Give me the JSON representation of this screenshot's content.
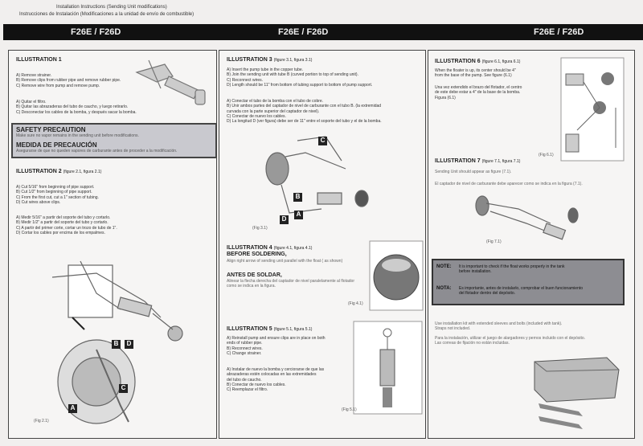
{
  "header": {
    "line1": "Installation Instructions (Sending Unit modifications)",
    "line2": "Instrucciones de Instalación (Modificaciones a la unidad de envío de combustible)",
    "model": "F26E / F26D"
  },
  "ill1": {
    "title": "ILLUSTRATION 1",
    "en": [
      "A) Remove strainer.",
      "B) Remove clips from rubber pipe and remove rubber pipe.",
      "C) Remove wire from pump and remove pump."
    ],
    "es": [
      "A) Quitar el filtro.",
      "B) Quitar las abrazaderas del tubo de caucho, y luego retirarlo.",
      "C) Desconectar los cables de la bomba, y después sacar la bomba."
    ]
  },
  "safety": {
    "title": "SAFETY PRECAUTION",
    "text": "Make sure no vapor remains in the sending unit before modifications.",
    "title_es": "MEDIDA DE PRECAUCIÓN",
    "text_es": "Asegurarse de que no queden vapores de carburante antes de proceder a la modificación."
  },
  "ill2": {
    "title": "ILLUSTRATION 2",
    "figs": "(figure 2.1, figura 2.1)",
    "en": [
      "A) Cut 5/16\" from beginning of pipe support.",
      "B) Cut 1/2\" from beginning of pipe support.",
      "C) From the first cut, cut a 1\" section of tubing.",
      "D) Cut wires above clips."
    ],
    "es": [
      "A) Medir 5/16\" a partir del soporte del tubo y cortarlo.",
      "B) Medir 1/2\" a partir del soporte del tubo y cortarlo.",
      "C) A partir del primer corte, cortar un trozo de tubo de 1\".",
      "D) Cortar los cables por encima de los empalmes."
    ],
    "caption": "(Fig 2.1)",
    "labels": [
      "A",
      "B",
      "C",
      "D"
    ]
  },
  "ill3": {
    "title": "ILLUSTRATION 3",
    "figs": "(figure 3.1, figura 3.1)",
    "en": [
      "A) Insert the pump tube in the copper tube.",
      "B) Join the sending unit with tube B (curved portion to top of sending unit).",
      "C) Reconnect wires.",
      "D) Length should be 11\" from bottom of tubing support to bottom of pump support."
    ],
    "es": [
      "A) Conectar el tubo de la bomba con el tubo de cobre.",
      "B) Unir ambos partes del captador de nivel de carburante con el tubo B. (la extremidad",
      "    curvada con la parte superior del captador de nivel).",
      "C) Conectar de nuevo los cables.",
      "D) La longitud D (ver figura) debe ser de 11\" entre el soporte del tubo y el de la bomba."
    ],
    "caption": "(Fig 3.1)",
    "labels": [
      "C",
      "B",
      "A",
      "D"
    ]
  },
  "ill4": {
    "title": "ILLUSTRATION 4",
    "figs": "(figure 4.1, figura 4.1)",
    "before": "BEFORE SOLDERING,",
    "before_text": "Align right arrow of sending unit parallel with the float ( as shown)",
    "antes": "ANTES DE SOLDAR,",
    "antes_text": [
      "Alinear la flecha derecha del captador de nivel paralelamente al flotador",
      "como se indica en la figura."
    ],
    "caption": "(Fig 4.1)"
  },
  "ill5": {
    "title": "ILLUSTRATION 5",
    "figs": "(figure 5.1, figura 5.1)",
    "en": [
      "A) Reinstall pump and ensure clips are in place on both",
      "    ends of rubber pipe.",
      "B) Reconnect wires.",
      "C) Change strainer."
    ],
    "es": [
      "A) Instalar de nuevo la bomba y cerciorarse de que las",
      "    abrazaderas estén colocadas en las extremidades",
      "    del tubo de caucho.",
      "B) Conectar de nuevo los cables.",
      "C) Reemplazar el filtro."
    ],
    "caption": "(Fig 5.1)"
  },
  "ill6": {
    "title": "ILLUSTRATION 6",
    "figs": "(figure 6.1, figura 6.1)",
    "en": [
      "When the floater is up, its center should be 4\"",
      "from the base of the pump. See figure (6.1)"
    ],
    "es": [
      "Una vez extendido el brazo del flotador, el centro",
      "de este debe estar a 4\" de la base de la bomba.",
      "Figura (6.1)"
    ],
    "caption": "(Fig 6.1)"
  },
  "ill7": {
    "title": "ILLUSTRATION 7",
    "figs": "(figure 7.1, figura 7.1)",
    "en": "Sending Unit should appear as figure (7.1).",
    "es": "El captador de nivel de carburante debe aparecer como se indica en la figura (7.1).",
    "caption": "(Fig 7.1)"
  },
  "note": {
    "k_en": "NOTE:",
    "v_en": [
      "It is important to check if the float works properly in the tank",
      "before installation."
    ],
    "k_es": "NOTA:",
    "v_es": [
      "Es importante, antes de instalarlo, comprobar el buen funcionamiento",
      "del flotador dentro del depósito."
    ]
  },
  "install": {
    "en": [
      "Use installation kit with extended sleeves and bolts (included with tank).",
      "Straps not included."
    ],
    "es": [
      "Para la instalación, utilizar el juego de alargadores y pernos incluido con el depósito.",
      "Las correas de fijación no están incluidas."
    ]
  }
}
